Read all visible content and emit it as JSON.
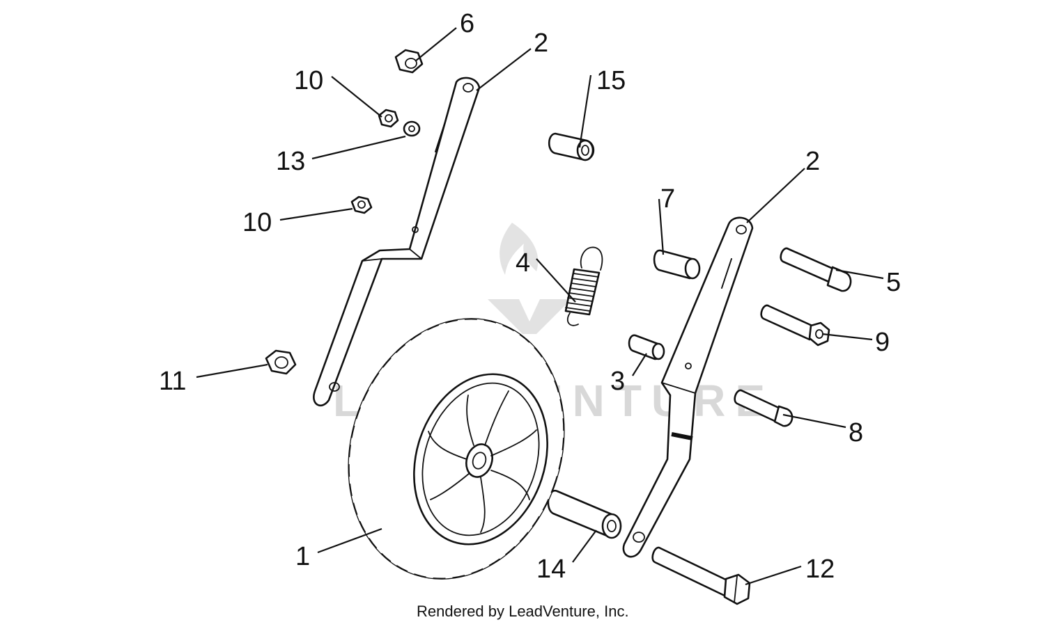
{
  "callouts": {
    "c1": "1",
    "c2a": "2",
    "c2b": "2",
    "c3": "3",
    "c4": "4",
    "c5": "5",
    "c6": "6",
    "c7": "7",
    "c8": "8",
    "c9": "9",
    "c10a": "10",
    "c10b": "10",
    "c11": "11",
    "c12": "12",
    "c13": "13",
    "c14": "14",
    "c15": "15"
  },
  "credit": "Rendered by LeadVenture, Inc.",
  "watermark": "LEADVENTURE",
  "colors": {
    "line": "#111111",
    "watermark": "#d8d8d8",
    "background": "#ffffff"
  }
}
